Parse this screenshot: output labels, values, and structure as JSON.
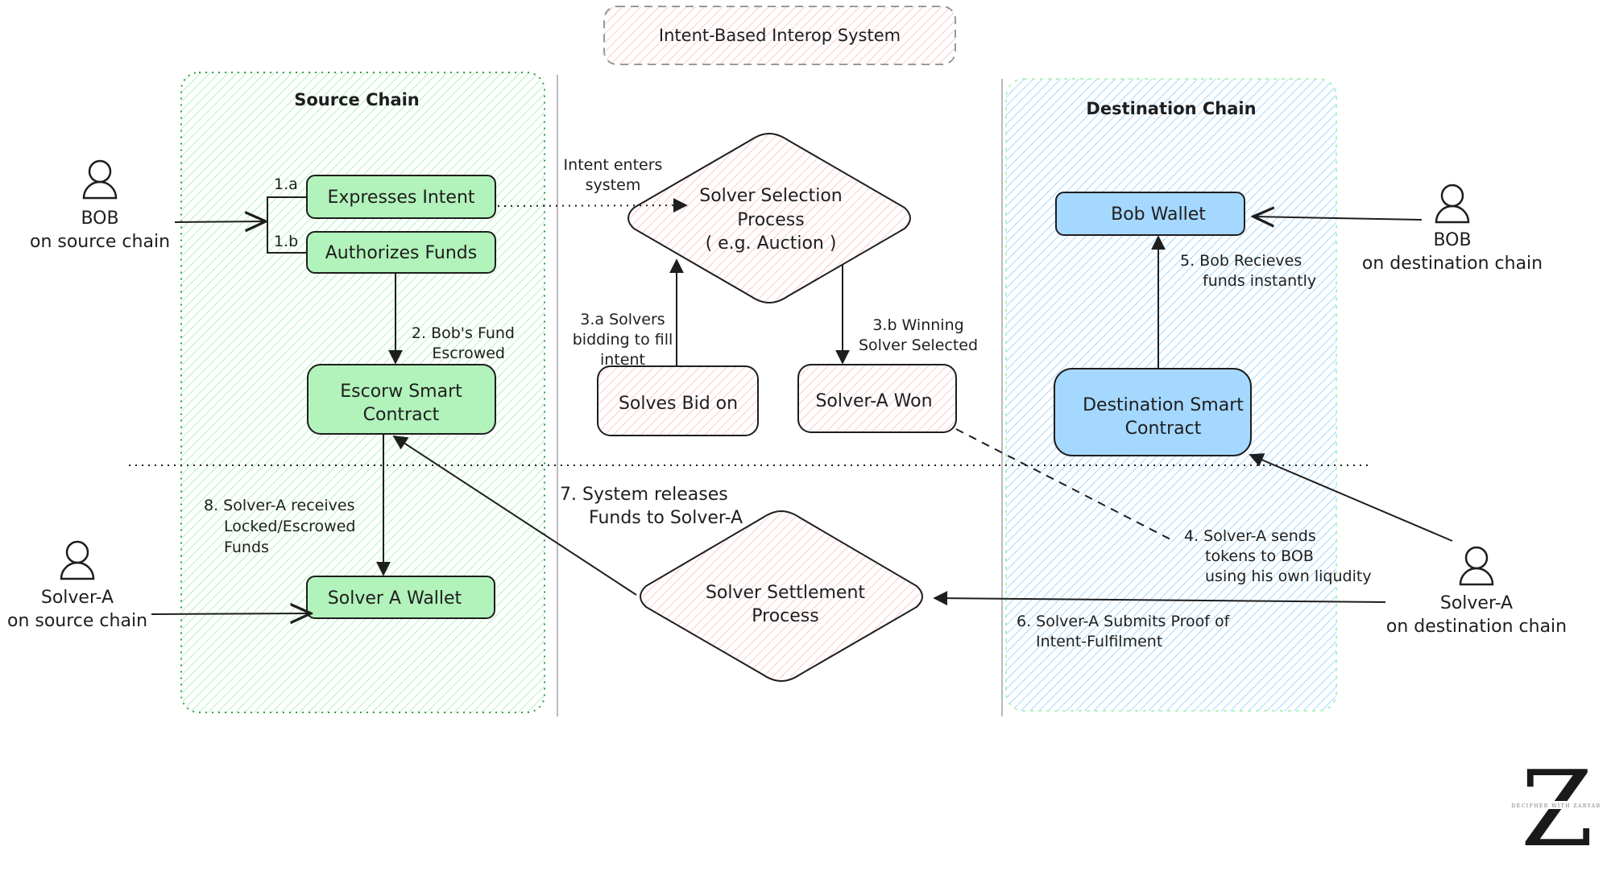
{
  "title": "Intent-Based Interop System",
  "zones": {
    "source": {
      "label": "Source Chain",
      "color": "#2f9e44",
      "fill": "#b2f2bb"
    },
    "destination": {
      "label": "Destination Chain",
      "color": "#b2f2bb",
      "fill": "#a5d8ff"
    }
  },
  "actors": {
    "bob_source": {
      "name": "BOB",
      "subtitle": "on source chain"
    },
    "solver_source": {
      "name": "Solver-A",
      "subtitle": "on source chain"
    },
    "bob_dest": {
      "name": "BOB",
      "subtitle": "on destination chain"
    },
    "solver_dest": {
      "name": "Solver-A",
      "subtitle": "on destination chain"
    }
  },
  "nodes": {
    "expresses_intent": "Expresses Intent",
    "authorizes_funds": "Authorizes Funds",
    "escrow_contract": [
      "Escorw Smart",
      "Contract"
    ],
    "solver_a_wallet": "Solver A Wallet",
    "solver_selection": [
      "Solver Selection",
      "Process",
      "( e.g. Auction )"
    ],
    "solves_bid_on": "Solves Bid on",
    "solver_a_won": "Solver-A Won",
    "solver_settlement": [
      "Solver Settlement",
      "Process"
    ],
    "bob_wallet": "Bob Wallet",
    "destination_contract": [
      "Destination Smart",
      "Contract"
    ]
  },
  "edge_labels": {
    "step_1a": "1.a",
    "step_1b": "1.b",
    "intent_enters": [
      "Intent enters",
      "system"
    ],
    "step_2": [
      "2. Bob's Fund",
      "Escrowed"
    ],
    "step_3a": [
      "3.a Solvers",
      "bidding to fill",
      "intent"
    ],
    "step_3b": [
      "3.b Winning",
      "Solver Selected"
    ],
    "step_4": [
      "4. Solver-A sends",
      "tokens to BOB",
      "using his own liqudity"
    ],
    "step_5": [
      "5. Bob  Recieves",
      "funds instantly"
    ],
    "step_6": [
      "6. Solver-A Submits Proof of",
      "Intent-Fulfilment"
    ],
    "step_7": [
      "7. System releases",
      "Funds to Solver-A"
    ],
    "step_8": [
      "8. Solver-A receives",
      "Locked/Escrowed",
      "Funds"
    ]
  },
  "logo": {
    "letter": "Z",
    "tagline": "DECIPHER WITH ZARYAB"
  },
  "colors": {
    "green_node": "#b2f2bb",
    "blue_node": "#a5d8ff",
    "red_hatch": "#ffc9c9",
    "title_border": "#999999",
    "stroke": "#1e1e1e"
  }
}
